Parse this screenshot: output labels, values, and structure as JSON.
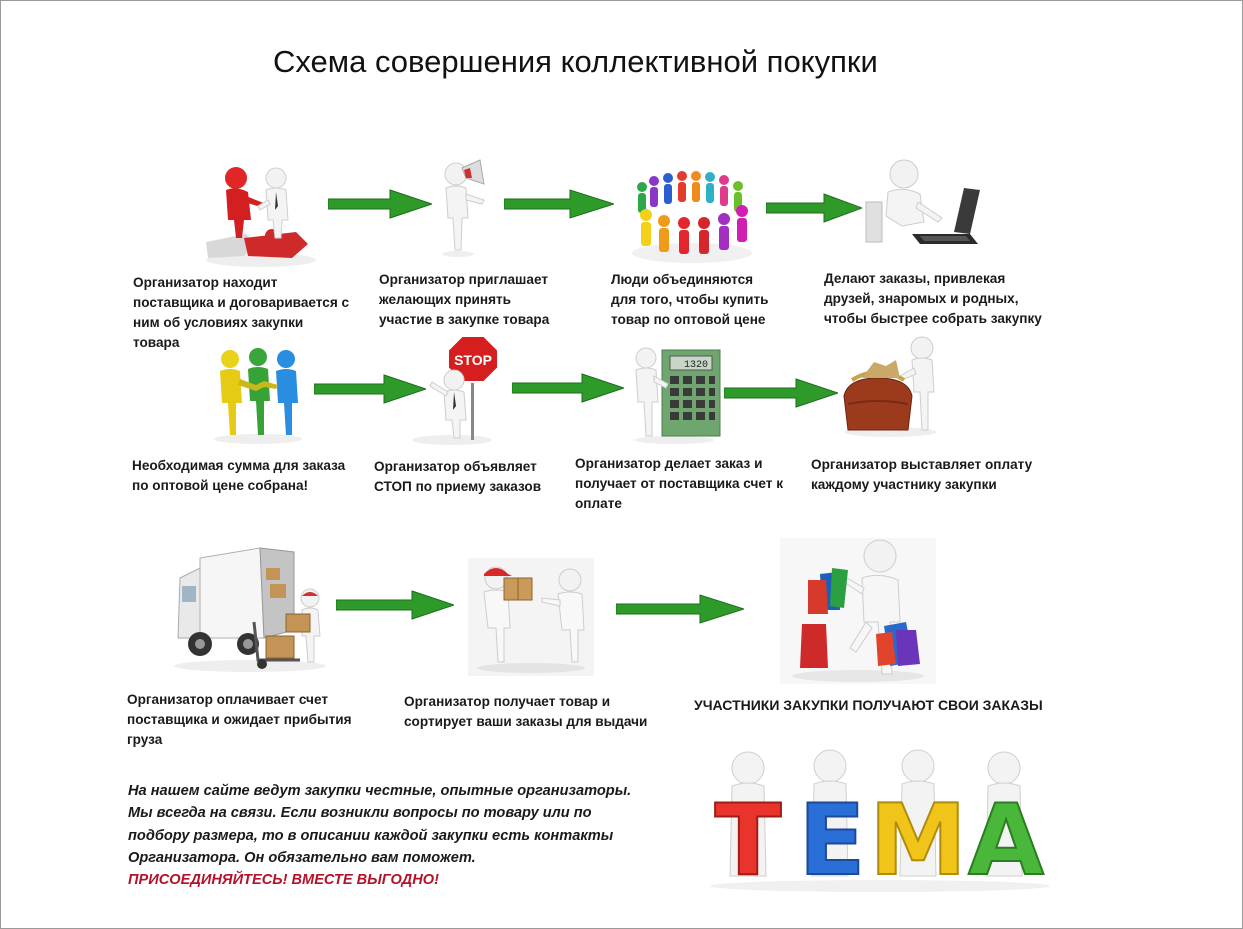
{
  "title": "Схема совершения коллективной покупки",
  "steps": [
    {
      "caption": "Организатор находит\nпоставщика и договаривается с\nним об условиях закупки\nтовара",
      "icon": "puzzle-handshake-icon"
    },
    {
      "caption": "Организатор приглашает\nжелающих принять\nучастие в закупке товара",
      "icon": "megaphone-figure-icon"
    },
    {
      "caption": "Люди объединяются\nдля того, чтобы купить\nтовар по оптовой цене",
      "icon": "people-circle-icon"
    },
    {
      "caption": "Делают заказы, привлекая\nдрузей, знаромых и родных,\nчтобы быстрее собрать закупку",
      "icon": "laptop-figure-icon"
    },
    {
      "caption": "Необходимая сумма для заказа\nпо оптовой цене собрана!",
      "icon": "team-hands-icon"
    },
    {
      "caption": "Организатор объявляет\nСТОП по приему заказов",
      "icon": "stop-sign-figure-icon"
    },
    {
      "caption": "Организатор делает заказ и\nполучает от поставщика счет к\nоплате",
      "icon": "calculator-figure-icon"
    },
    {
      "caption": "Организатор выставляет оплату\nкаждому участнику закупки",
      "icon": "purse-figure-icon"
    },
    {
      "caption": "Организатор оплачивает счет\nпоставщика и ожидает прибытия\nгруза",
      "icon": "delivery-truck-icon"
    },
    {
      "caption": "Организатор получает товар и\nсортирует ваши заказы для выдачи",
      "icon": "package-handover-icon"
    }
  ],
  "final_step": {
    "caption": "УЧАСТНИКИ ЗАКУПКИ ПОЛУЧАЮТ СВОИ ЗАКАЗЫ",
    "icon": "shopping-bags-figure-icon"
  },
  "stop_sign_text": "STOP",
  "calculator_display": "1320",
  "note": {
    "lines": [
      "На нашем сайте ведут закупки честные, опытные организаторы.",
      "Мы всегда на связи. Если возникли вопросы по товару или по",
      "подбору размера, то в описании каждой закупки есть контакты",
      "Организатора. Он обязательно вам поможет."
    ],
    "call_to_action": "ПРИСОЕДИНЯЙТЕСЬ! ВМЕСТЕ ВЫГОДНО!"
  },
  "logo": {
    "letters": [
      {
        "char": "Т",
        "color": "#e8342b"
      },
      {
        "char": "Е",
        "color": "#2a6fd8"
      },
      {
        "char": "М",
        "color": "#f0c419"
      },
      {
        "char": "А",
        "color": "#49b83a"
      }
    ]
  },
  "colors": {
    "arrow": "#2e9a2a",
    "arrow_dark": "#1d6e1b",
    "cta": "#b3122a",
    "figure": "#e6e6e6"
  }
}
